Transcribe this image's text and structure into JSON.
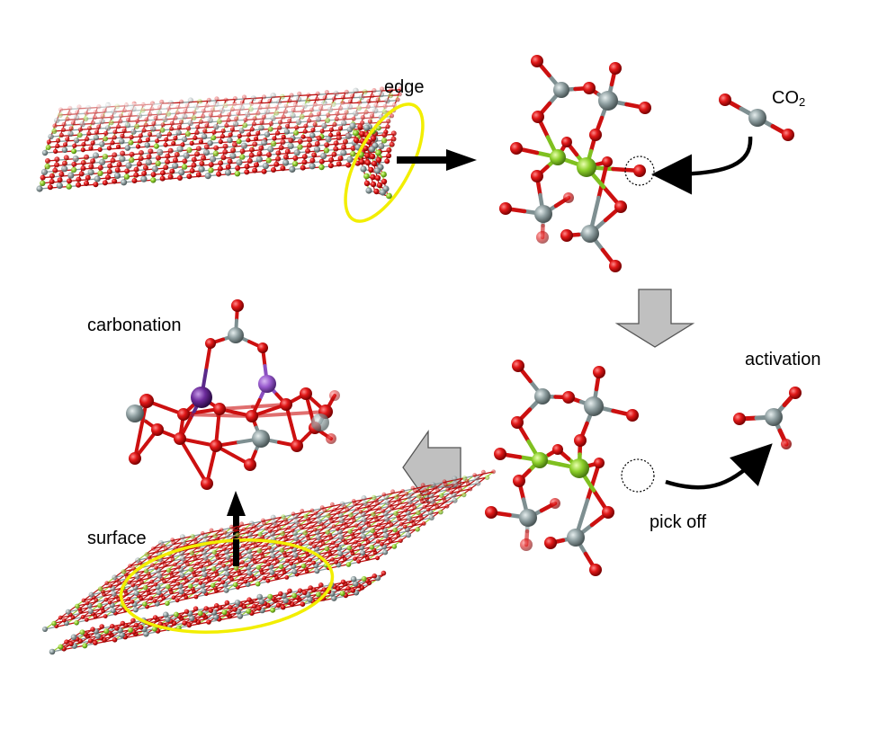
{
  "labels": {
    "edge": "edge",
    "co2_main": "CO",
    "co2_sub": "2",
    "carbonation": "carbonation",
    "activation": "activation",
    "pick_off": "pick off",
    "surface": "surface"
  },
  "colors": {
    "oxygen": "#d40f0f",
    "carbon": "#8a9a9c",
    "calcium": "#8ccf2a",
    "potassium": "#6a2a9a",
    "highlight_ring": "#f2ee00",
    "arrow_black": "#000000",
    "arrow_gray": "#c0c0c0"
  }
}
